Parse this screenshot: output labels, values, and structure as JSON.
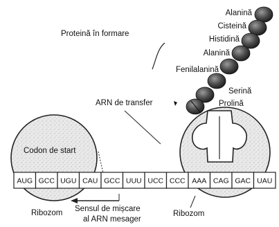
{
  "labels": {
    "protein_forming": "Proteină în formare",
    "trna": "ARN de transfer",
    "start_codon": "Codon de start",
    "ribosome_left": "Ribozom",
    "ribosome_right": "Ribozom",
    "direction_line1": "Sensul de mișcare",
    "direction_line2": "al ARN mesager"
  },
  "amino_acids": [
    "Alanină",
    "Cisteină",
    "Histidină",
    "Alanină",
    "Fenilalanină",
    "Serină",
    "Prolină"
  ],
  "codons": [
    "AUG",
    "GCC",
    "UGU",
    "CAU",
    "GCC",
    "UUU",
    "UCC",
    "CCC",
    "AAA",
    "CAG",
    "GAC",
    "UAU"
  ]
}
